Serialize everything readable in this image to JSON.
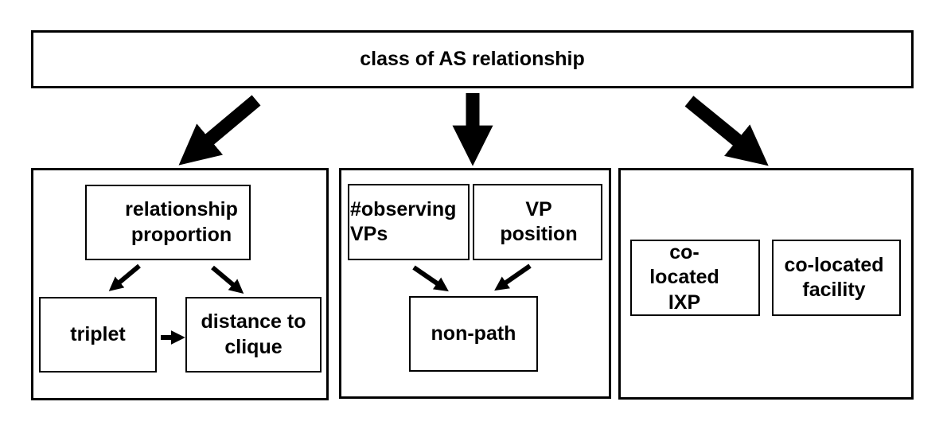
{
  "title": "class of AS relationship",
  "groups": {
    "left": {
      "top": "relationship proportion",
      "bottom_left": "triplet",
      "bottom_right": "distance to clique"
    },
    "middle": {
      "top_left": "#observing VPs",
      "top_right": "VP position",
      "bottom": "non-path"
    },
    "right": {
      "left": "co-located IXP",
      "right": "co-located facility"
    }
  },
  "colors": {
    "stroke": "#000000",
    "fill": "#ffffff"
  }
}
